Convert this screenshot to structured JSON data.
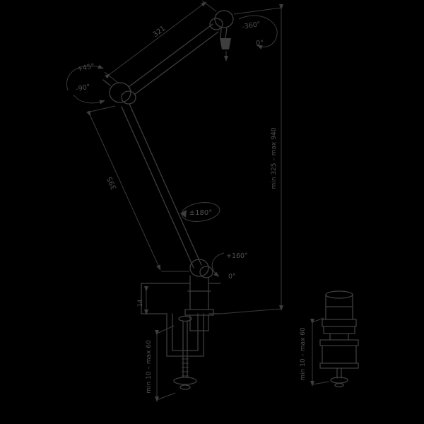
{
  "meta": {
    "drawing_type": "technical dimension drawing",
    "subject": "microphone boom arm with desk clamp"
  },
  "colors": {
    "background": "#000000",
    "line": "#3e3e3e",
    "text": "#515151"
  },
  "labels": {
    "upper_arm_length": "321",
    "lower_arm_length": "395"
  },
  "angles": {
    "mic_mount_max": "-360°",
    "mic_mount_min": "0°",
    "elbow_up": "+45°",
    "elbow_down": "-90°",
    "base_swivel": "±180°",
    "riser_joint_max": "+160°",
    "riser_joint_min": "0°"
  },
  "dimensions": {
    "height_range": "min 325 – max 940",
    "desk_edge": "14",
    "clamp_left_range": "min 10 – max 60",
    "clamp_right_range": "min 10 – max 60"
  }
}
